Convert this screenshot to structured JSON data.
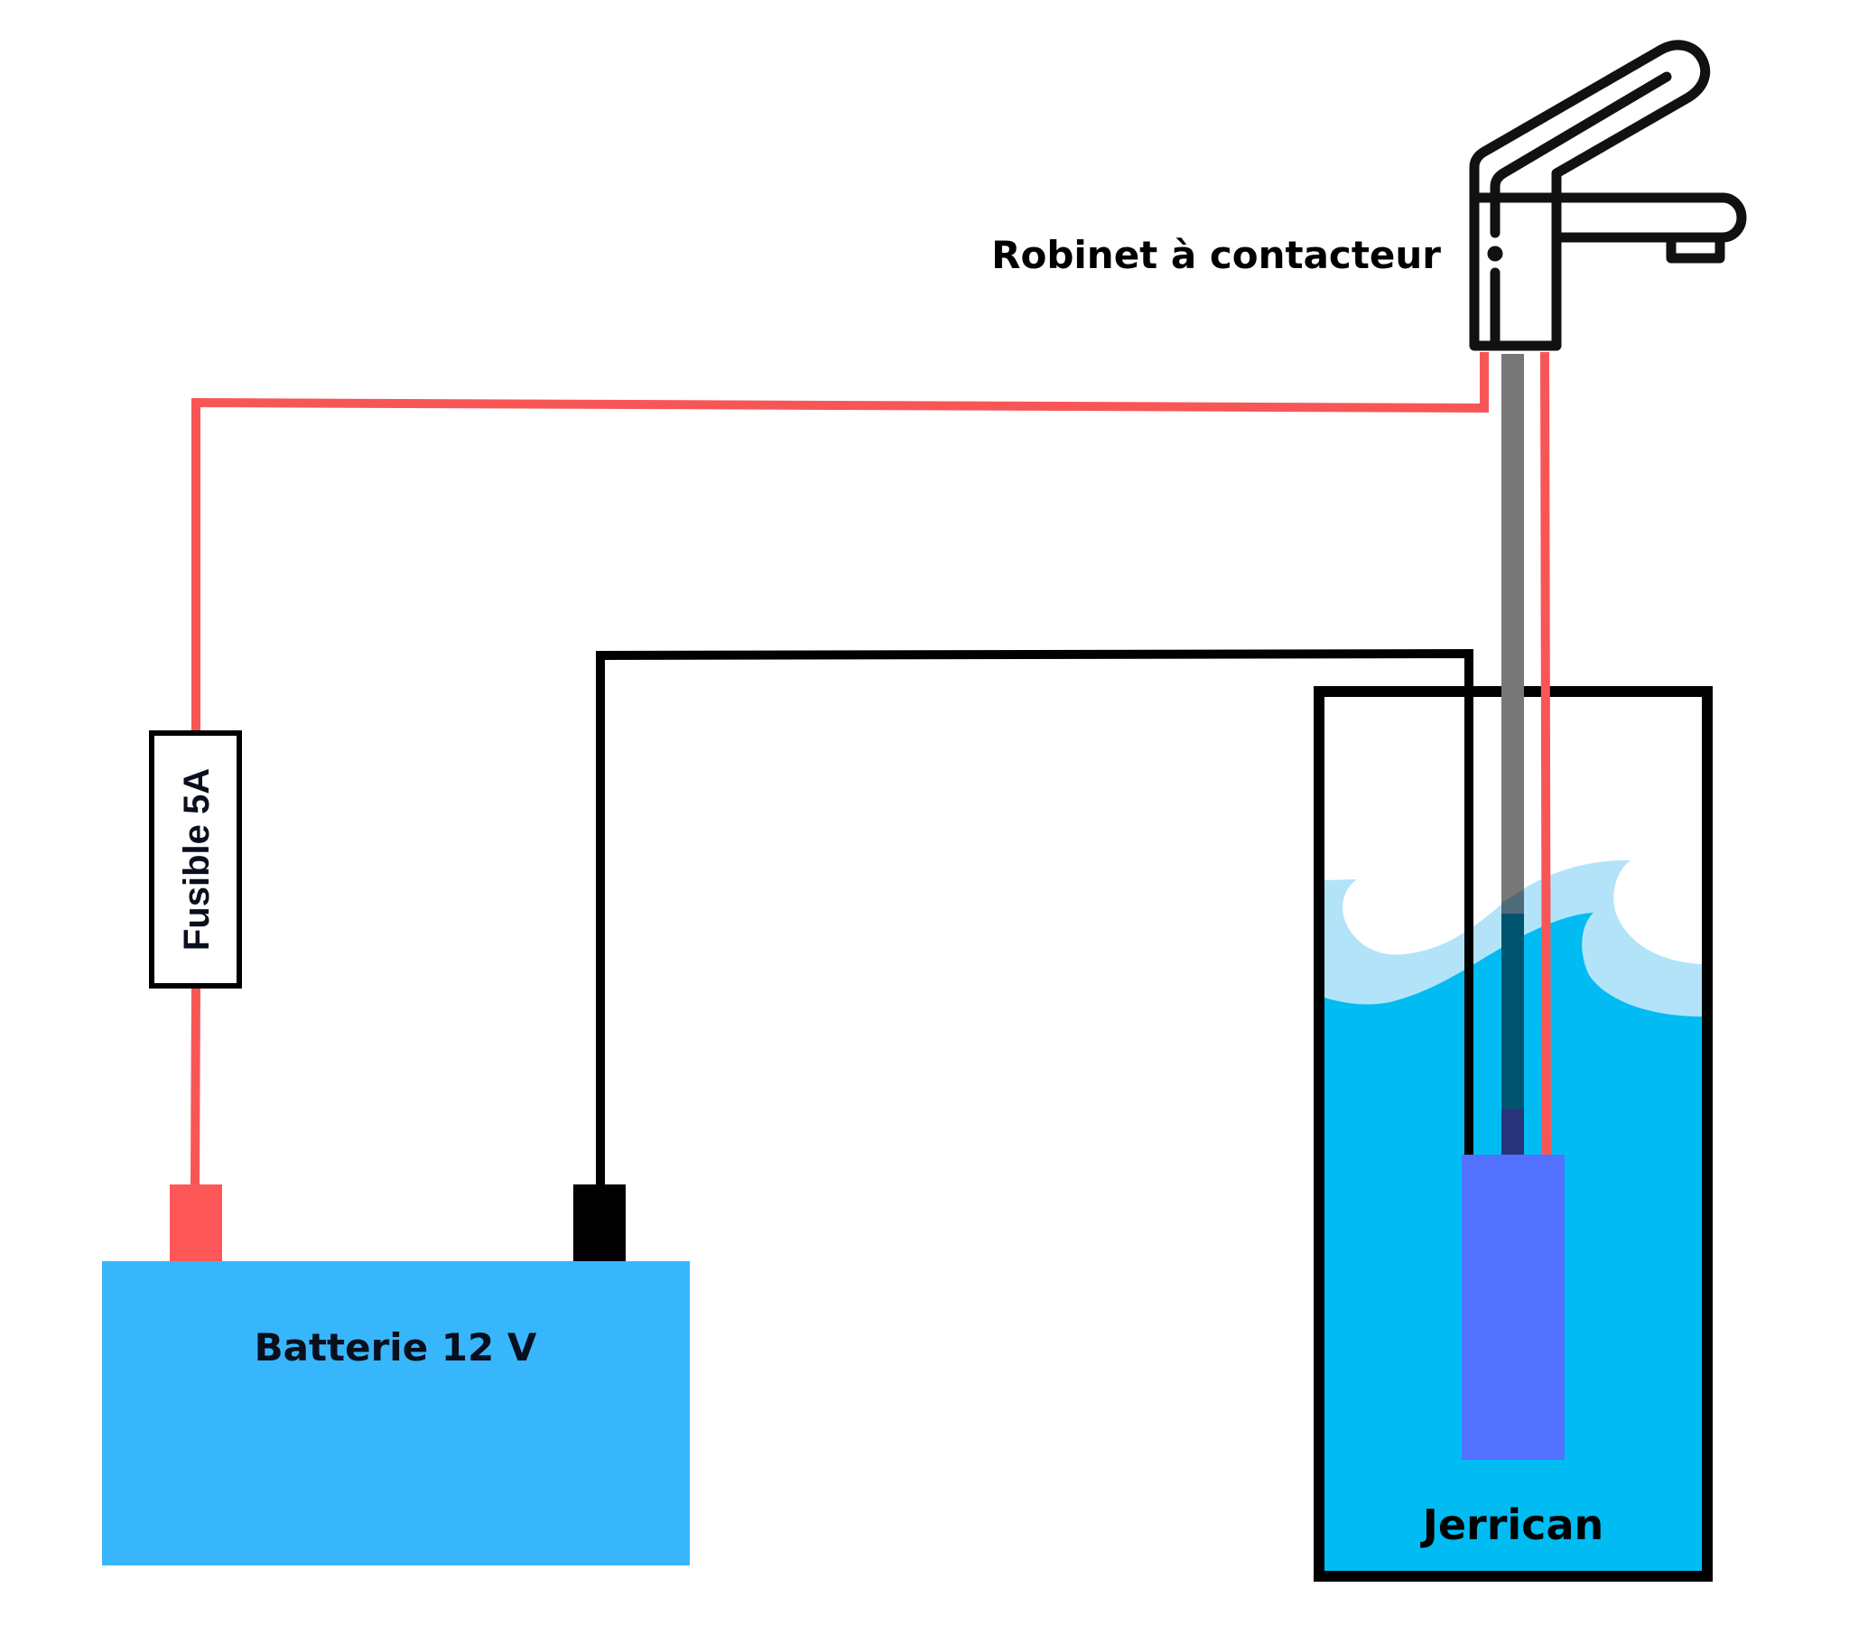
{
  "diagram": {
    "title": "Pump wiring: 12 V battery, 5 A fuse, contact faucet, submersible pump in jerrican",
    "colors": {
      "background": "#ffffff",
      "positive_wire": "#f85656",
      "negative_wire": "#000000",
      "water_pipe": "#777777",
      "water_pipe_submerged": "#00546f",
      "battery": "#38b6fb",
      "terminal_positive": "#fe5757",
      "terminal_negative": "#000000",
      "water": "#00bcf2",
      "wave_foam": "#b3e3f8",
      "pump": "#5271ff",
      "pump_outlet": "#27347a",
      "outline": "#111111",
      "label_text": "#0a0f1e"
    },
    "components": {
      "faucet": {
        "label": "Robinet à contacteur",
        "icon": "faucet-icon"
      },
      "fuse": {
        "label": "Fusible 5A",
        "rating_amps": 5
      },
      "battery": {
        "label": "Batterie 12 V",
        "voltage": 12
      },
      "jerrican": {
        "label": "Jerrican"
      },
      "pump": {
        "label": ""
      }
    },
    "connections": [
      {
        "from": "battery.positive",
        "to": "fuse",
        "wire": "red"
      },
      {
        "from": "fuse",
        "to": "faucet.contact",
        "wire": "red"
      },
      {
        "from": "faucet.contact",
        "to": "pump",
        "wire": "red"
      },
      {
        "from": "battery.negative",
        "to": "pump",
        "wire": "black"
      },
      {
        "from": "pump",
        "to": "faucet",
        "type": "water-pipe"
      }
    ]
  }
}
